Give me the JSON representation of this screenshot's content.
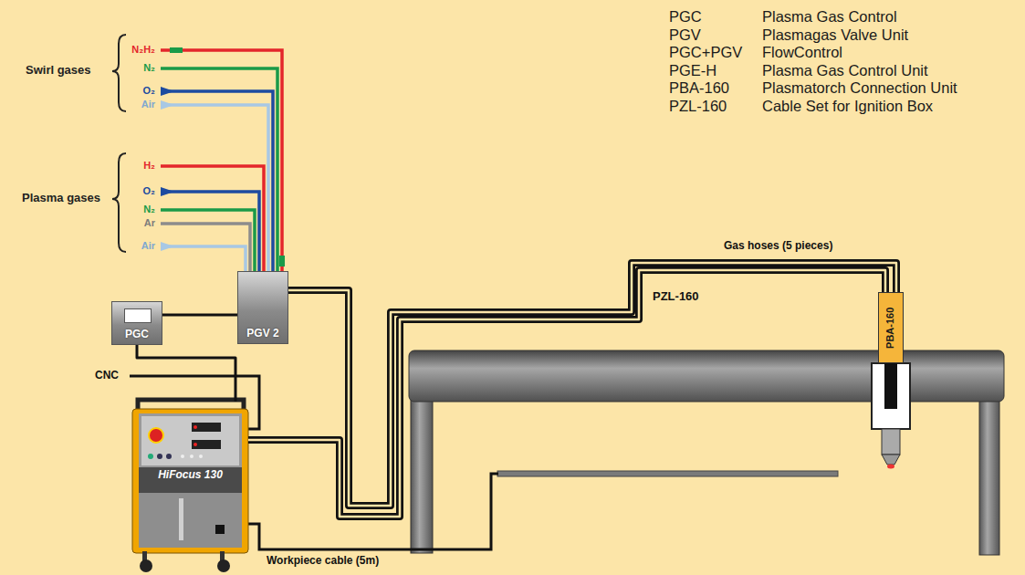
{
  "diagram": {
    "nodes": [
      {
        "text": [
          "PGC"
        ]
      },
      {
        "text": [
          "PGV 2"
        ]
      },
      {
        "text": [
          "HiFocus 130"
        ]
      },
      {
        "text": [
          "PBA-160"
        ]
      }
    ],
    "edges": [
      {
        "from": 0,
        "to": 1,
        "arrow": "none"
      },
      {
        "from": 0,
        "to": 2,
        "arrow": "none"
      },
      {
        "from": 2,
        "to": 3,
        "arrow": "none",
        "label": "PZL-160"
      },
      {
        "from": 1,
        "to": 3,
        "arrow": "none",
        "label": "Gas hoses (5 pieces)"
      }
    ],
    "labels": [
      "PGC",
      "Plasma Gas Control",
      "PGV",
      "Plasmagas Valve Unit",
      "PGC+PGV",
      "FlowControl",
      "PGE-H",
      "Plasma Gas Control Unit",
      "PBA-160",
      "Plasmatorch Connection Unit",
      "PZL-160",
      "Cable Set for Ignition Box",
      "Swirl gases",
      "N₂H₂",
      "N₂",
      "O₂",
      "Air",
      "Plasma gases",
      "H₂",
      "O₂",
      "N₂",
      "Ar",
      "Air",
      "CNC",
      "Workpiece cable (5m)"
    ]
  }
}
